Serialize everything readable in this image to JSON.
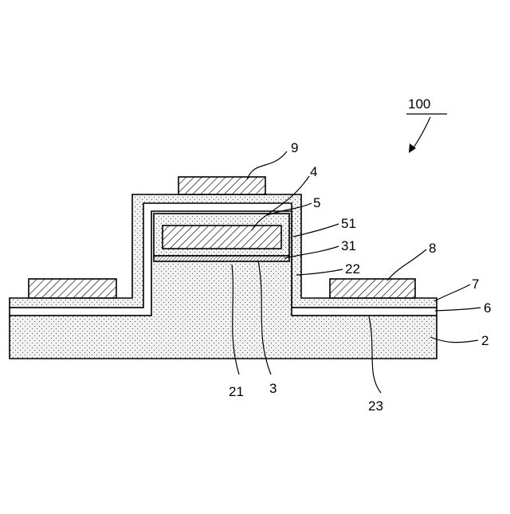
{
  "figure": {
    "assembly_label": "100",
    "colors": {
      "line": "#000000",
      "background": "#ffffff",
      "dot_fill": "#f2f2f2"
    },
    "parts": [
      {
        "id": "2",
        "label": "2"
      },
      {
        "id": "3",
        "label": "3"
      },
      {
        "id": "4",
        "label": "4"
      },
      {
        "id": "5",
        "label": "5"
      },
      {
        "id": "6",
        "label": "6"
      },
      {
        "id": "7",
        "label": "7"
      },
      {
        "id": "8",
        "label": "8"
      },
      {
        "id": "9",
        "label": "9"
      },
      {
        "id": "21",
        "label": "21"
      },
      {
        "id": "22",
        "label": "22"
      },
      {
        "id": "23",
        "label": "23"
      },
      {
        "id": "31",
        "label": "31"
      },
      {
        "id": "51",
        "label": "51"
      }
    ]
  }
}
